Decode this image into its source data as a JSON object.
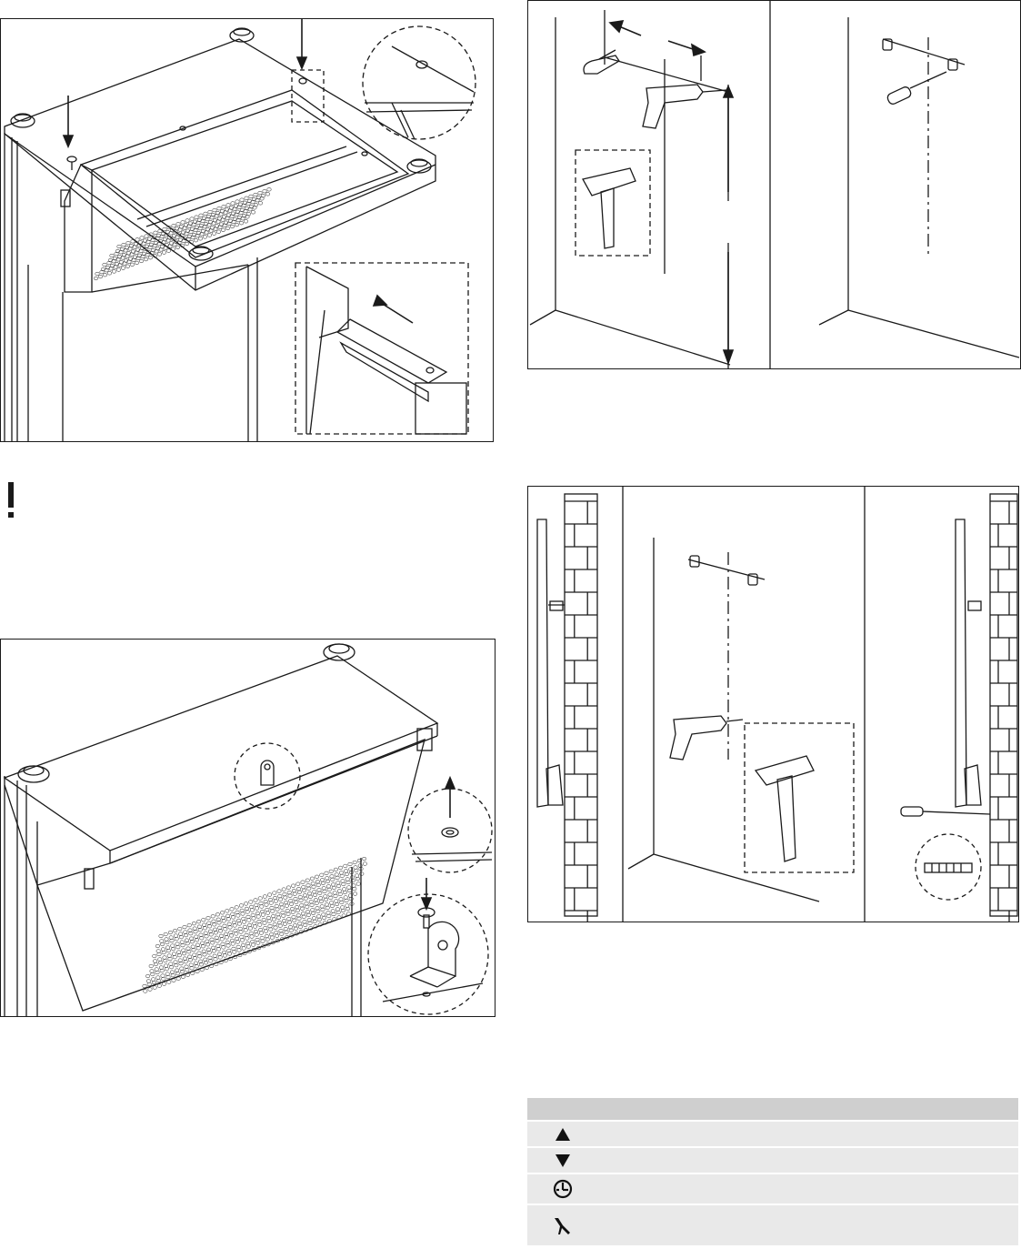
{
  "warning": {
    "symbol": "!"
  },
  "figures": [
    {
      "id": "top-frame",
      "description_shown": false
    },
    {
      "id": "wall-marking",
      "description_shown": false
    },
    {
      "id": "wall-mounting",
      "description_shown": false
    },
    {
      "id": "hood-bracket",
      "description_shown": false
    }
  ],
  "legend": {
    "headers": [
      "",
      ""
    ],
    "rows": [
      {
        "icon": "triangle-up-icon",
        "text": ""
      },
      {
        "icon": "triangle-down-icon",
        "text": ""
      },
      {
        "icon": "clock-icon",
        "text": ""
      },
      {
        "icon": "wrench-icon",
        "text": ""
      }
    ]
  },
  "colors": {
    "line": "#1a1a1a",
    "header": "#cfcfcf",
    "row": "#e9e9e9"
  }
}
